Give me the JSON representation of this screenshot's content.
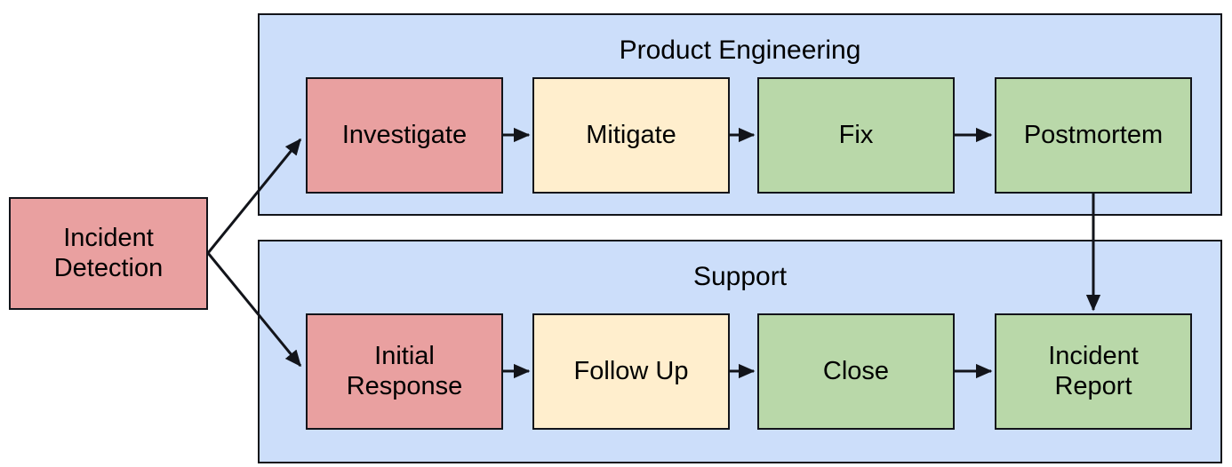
{
  "diagram": {
    "title_visible": false,
    "background": "#ffffff",
    "palette": {
      "swimlane_fill": "#ccdefa",
      "red_fill": "#e9a0a0",
      "amber_fill": "#ffeecd",
      "green_fill": "#b9d8a9",
      "stroke": "#12141a",
      "text": "#000000"
    }
  },
  "entry": {
    "label_line1": "Incident",
    "label_line2": "Detection",
    "fill": "#e9a0a0"
  },
  "swimlanes": [
    {
      "id": "product-engineering",
      "title": "Product Engineering",
      "nodes": [
        {
          "id": "investigate",
          "label": "Investigate",
          "fill": "#e9a0a0"
        },
        {
          "id": "mitigate",
          "label": "Mitigate",
          "fill": "#ffeecd"
        },
        {
          "id": "fix",
          "label": "Fix",
          "fill": "#b9d8a9"
        },
        {
          "id": "postmortem",
          "label": "Postmortem",
          "fill": "#b9d8a9"
        }
      ]
    },
    {
      "id": "support",
      "title": "Support",
      "nodes": [
        {
          "id": "initial-response",
          "label_line1": "Initial",
          "label_line2": "Response",
          "fill": "#e9a0a0"
        },
        {
          "id": "follow-up",
          "label": "Follow Up",
          "fill": "#ffeecd"
        },
        {
          "id": "close",
          "label": "Close",
          "fill": "#b9d8a9"
        },
        {
          "id": "incident-report",
          "label_line1": "Incident",
          "label_line2": "Report",
          "fill": "#b9d8a9"
        }
      ]
    }
  ],
  "edges": [
    {
      "from": "incident-detection",
      "to": "investigate",
      "style": "diagonal-up",
      "arrow": true
    },
    {
      "from": "incident-detection",
      "to": "initial-response",
      "style": "diagonal-down",
      "arrow": true
    },
    {
      "from": "investigate",
      "to": "mitigate",
      "style": "horizontal",
      "arrow": true
    },
    {
      "from": "mitigate",
      "to": "fix",
      "style": "horizontal",
      "arrow": true
    },
    {
      "from": "fix",
      "to": "postmortem",
      "style": "horizontal",
      "arrow": true
    },
    {
      "from": "initial-response",
      "to": "follow-up",
      "style": "horizontal",
      "arrow": true
    },
    {
      "from": "follow-up",
      "to": "close",
      "style": "horizontal",
      "arrow": true
    },
    {
      "from": "close",
      "to": "incident-report",
      "style": "horizontal",
      "arrow": true
    },
    {
      "from": "postmortem",
      "to": "incident-report",
      "style": "vertical-down",
      "arrow": true
    }
  ]
}
